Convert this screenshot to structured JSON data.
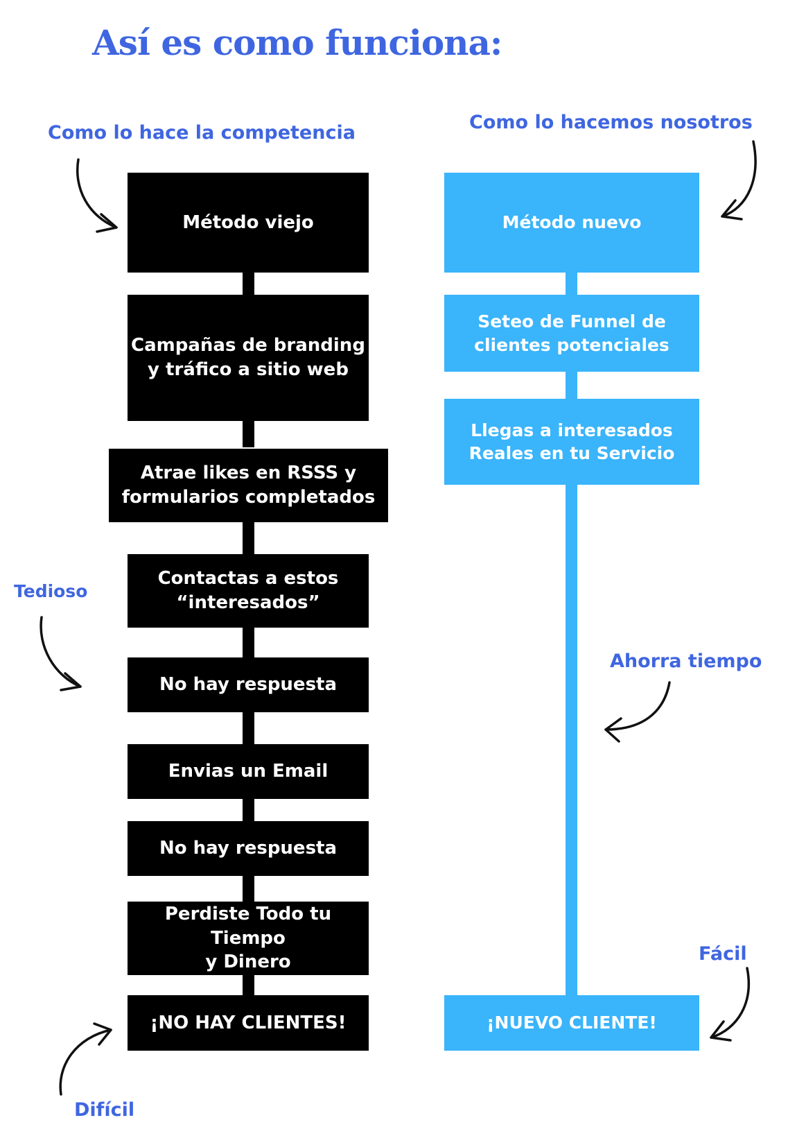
{
  "title": "Así es como funciona:",
  "left": {
    "heading": "Como lo hace la competencia",
    "steps": [
      "Método viejo",
      "Campañas de branding\ny tráfico a sitio web",
      "Atrae likes en RSSS y\nformularios completados",
      "Contactas a estos\n“interesados”",
      "No hay respuesta",
      "Envias un Email",
      "No hay respuesta",
      "Perdiste Todo tu Tiempo\ny Dinero",
      "¡NO HAY CLIENTES!"
    ],
    "notes": {
      "tedioso": "Tedioso",
      "dificil": "Difícil"
    }
  },
  "right": {
    "heading": "Como lo hacemos nosotros",
    "steps": [
      "Método nuevo",
      "Seteo de Funnel de\nclientes potenciales",
      "Llegas a interesados\nReales en tu Servicio",
      "¡NUEVO CLIENTE!"
    ],
    "notes": {
      "ahorra": "Ahorra tiempo",
      "facil": "Fácil"
    }
  },
  "colors": {
    "accent_text": "#3f66e0",
    "dark_box": "#000000",
    "light_box": "#3ab4fa"
  }
}
